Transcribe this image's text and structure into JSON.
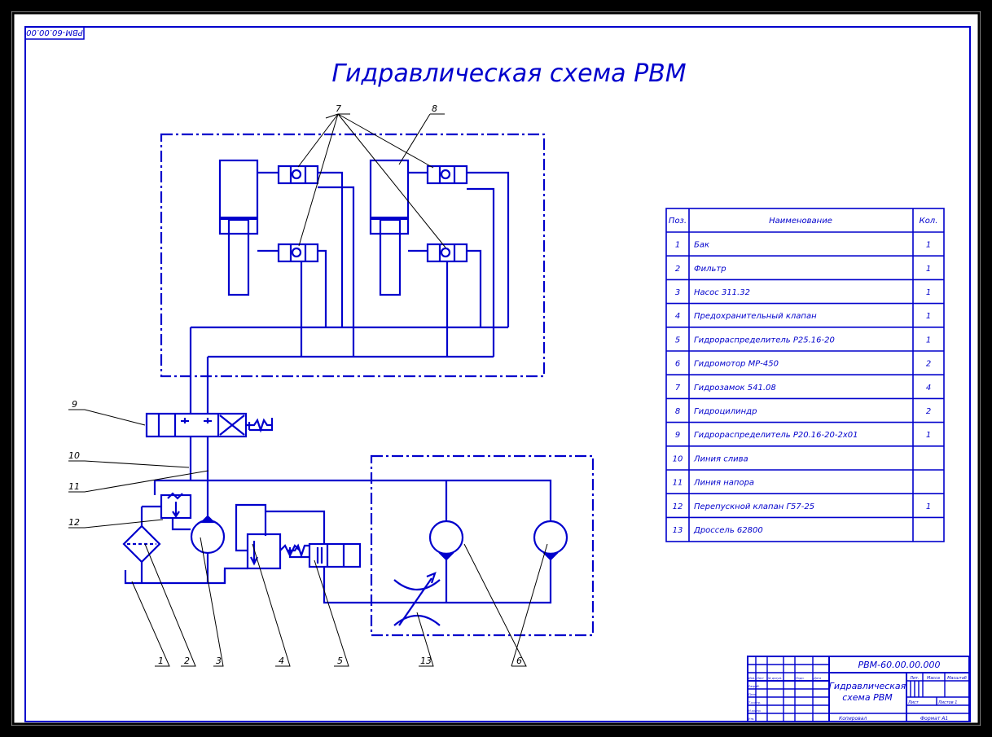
{
  "drawing": {
    "corner_code": "РВМ-60.00.00",
    "title": "Гидравлическая схема РВМ",
    "line_color": "#0000cc",
    "callout_color": "#000000"
  },
  "callouts": [
    "1",
    "2",
    "3",
    "4",
    "5",
    "6",
    "7",
    "8",
    "9",
    "10",
    "11",
    "12",
    "13"
  ],
  "spec_table": {
    "headers": [
      "Поз.",
      "Наименование",
      "Кол."
    ],
    "rows": [
      {
        "pos": "1",
        "name": "Бак",
        "qty": "1"
      },
      {
        "pos": "2",
        "name": "Фильтр",
        "qty": "1"
      },
      {
        "pos": "3",
        "name": "Насос 311.32",
        "qty": "1"
      },
      {
        "pos": "4",
        "name": "Предохранительный клапан",
        "qty": "1"
      },
      {
        "pos": "5",
        "name": "Гидрораспределитель Р25.16-20",
        "qty": "1"
      },
      {
        "pos": "6",
        "name": "Гидромотор МР-450",
        "qty": "2"
      },
      {
        "pos": "7",
        "name": "Гидрозамок 541.08",
        "qty": "4"
      },
      {
        "pos": "8",
        "name": "Гидроцилиндр",
        "qty": "2"
      },
      {
        "pos": "9",
        "name": "Гидрораспределитель Р20.16-20-2х01",
        "qty": "1"
      },
      {
        "pos": "10",
        "name": "Линия слива",
        "qty": ""
      },
      {
        "pos": "11",
        "name": "Линия напора",
        "qty": ""
      },
      {
        "pos": "12",
        "name": "Перепускной клапан Г57-25",
        "qty": "1"
      },
      {
        "pos": "13",
        "name": "Дроссель 62800",
        "qty": ""
      }
    ]
  },
  "title_block": {
    "doc_code": "РВМ-60.00.00.000",
    "name_line1": "Гидравлическая",
    "name_line2": "схема РВМ",
    "col_headers": [
      "Лит.",
      "Масса",
      "Масштаб"
    ],
    "row_labels": [
      "Разраб.",
      "Пров.",
      "Т.контр.",
      "Н.контр.",
      "Утв."
    ],
    "header_cells": [
      "Изм.",
      "Лист",
      "№ докум.",
      "Подп.",
      "Дата"
    ],
    "sheet_label": "Лист",
    "sheets_label": "Листов 1",
    "copied": "Копировал",
    "format": "Формат А1"
  }
}
